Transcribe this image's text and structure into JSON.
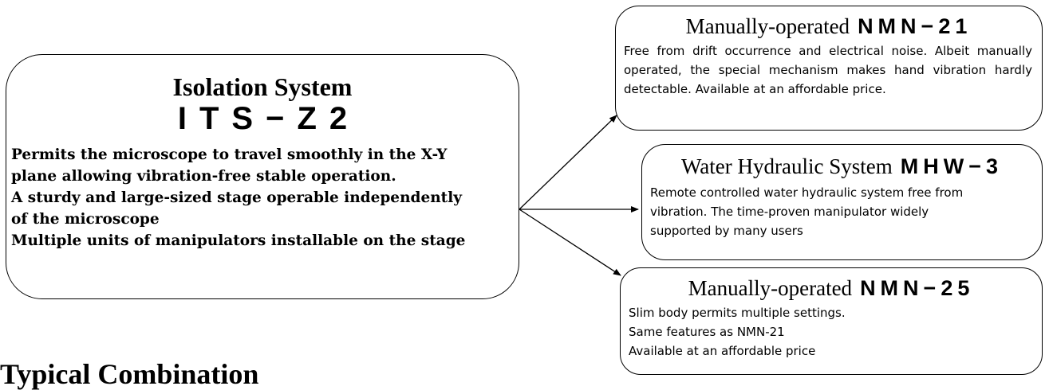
{
  "main": {
    "title": "Isolation System",
    "model": "ITS−Z2",
    "lines": [
      "Permits the microscope to travel smoothly in the X-Y",
      "plane allowing vibration-free stable operation.",
      "A sturdy and large-sized stage operable independently",
      "of the microscope",
      "Multiple units of manipulators installable on the stage"
    ]
  },
  "products": [
    {
      "name": "Manually-operated",
      "model": "NMN−21",
      "description": "Free from drift occurrence and electrical noise. Albeit manually operated, the special mechanism makes hand vibration hardly detectable. Available at an affordable price."
    },
    {
      "name": "Water Hydraulic System",
      "model": "MHW−3",
      "lines": [
        "Remote controlled water hydraulic system free from",
        "vibration. The time-proven manipulator widely",
        "supported by many users"
      ]
    },
    {
      "name": "Manually-operated",
      "model": "NMN−25",
      "lines": [
        "Slim body permits multiple settings.",
        "Same features as NMN-21",
        "Available at an affordable price"
      ]
    }
  ],
  "footer": {
    "title": "Typical Combination"
  },
  "colors": {
    "stroke": "#000000",
    "background": "#ffffff"
  }
}
